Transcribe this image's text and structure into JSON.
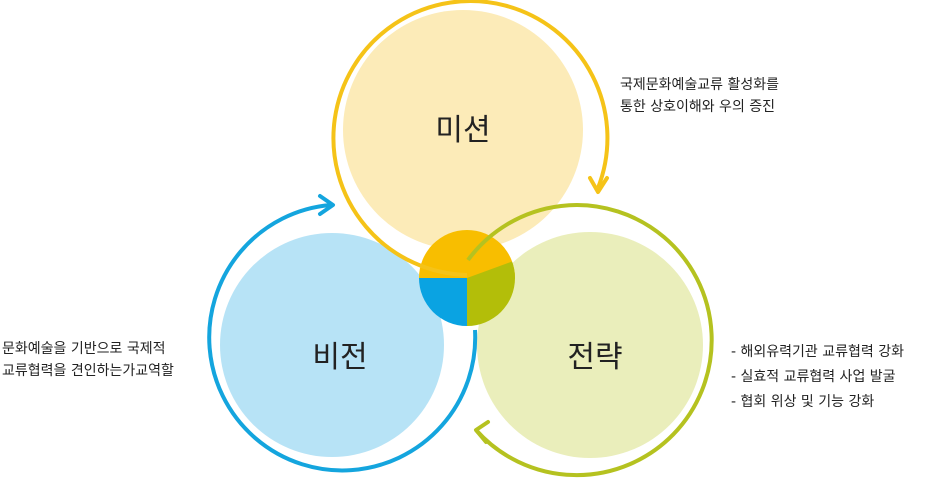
{
  "circles": {
    "mission": {
      "label": "미션",
      "fill": "#FCE9B0",
      "ring": "#F5C318",
      "core": "#F8BE00"
    },
    "vision": {
      "label": "비전",
      "fill": "#B3E2F5",
      "ring": "#14A5DE",
      "core": "#0AA3E2"
    },
    "strategy": {
      "label": "전략",
      "fill": "#E8ECB4",
      "ring": "#B5C220",
      "core": "#B3BE09"
    }
  },
  "descriptions": {
    "mission": [
      "국제문화예술교류 활성화를",
      "통한 상호이해와 우의 증진"
    ],
    "vision": [
      "문화예술을 기반으로 국제적",
      "교류협력을 견인하는가교역할"
    ],
    "strategy": [
      "- 해외유력기관 교류협력 강화",
      "- 실효적 교류협력 사업 발굴",
      "- 협회 위상 및 기능 강화"
    ]
  }
}
